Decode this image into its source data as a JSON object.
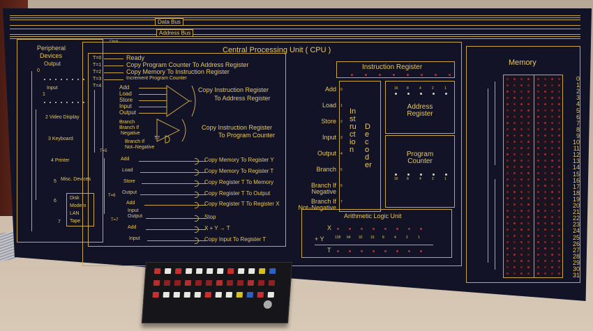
{
  "bus": {
    "data_bus": "Data Bus",
    "address_bus": "Address Bus",
    "clock": "Clock"
  },
  "peripheral": {
    "title_line1": "Peripheral",
    "title_line2": "Devices",
    "output": "Output",
    "input": "Input",
    "ports": [
      "0",
      "1"
    ],
    "devices": [
      "2 Video Display",
      "3 Keyboard",
      "4 Printer",
      "5",
      "Misc. Devices",
      "6",
      "7"
    ],
    "misc": [
      "Disk",
      "Modem",
      "LAN",
      "Tape"
    ]
  },
  "cpu": {
    "title": "Central Processing Unit  ( CPU )",
    "timing": [
      {
        "t": "T=0",
        "action": "Ready"
      },
      {
        "t": "T=1",
        "action": "Copy Program Counter To Address Register"
      },
      {
        "t": "T=2",
        "action": "Copy Memory To Instruction Register"
      },
      {
        "t": "T=3",
        "action": "Increment Program Counter"
      },
      {
        "t": "T=4",
        "action": ""
      }
    ],
    "t4_inputs": [
      "Add",
      "Load",
      "Store",
      "Input",
      "Output"
    ],
    "t4_action_1": "Copy Instruction Register",
    "t4_action_2": "To Address Register",
    "branch_inputs": [
      "Branch",
      "Branch If",
      "Negative",
      "T7",
      "Branch If",
      "Not–Negative"
    ],
    "branch_action_1": "Copy Instruction Register",
    "branch_action_2": "To Program Counter",
    "t5": "T=5",
    "t6": "T=6",
    "t7": "T=7",
    "micro": [
      {
        "in": "Add",
        "out": "Copy Memory To Register Y"
      },
      {
        "in": "Load",
        "out": "Copy Memory To Register T"
      },
      {
        "in": "Store",
        "out": "Copy Register T To Memory"
      },
      {
        "in": "Output",
        "out": "Copy Register T To Output"
      },
      {
        "in": "Add",
        "out": "Copy Register T To Register X"
      },
      {
        "in": "Input",
        "out": ""
      },
      {
        "in": "Output",
        "out": "Stop"
      },
      {
        "in": "Add",
        "out": "X  +  Y  →    T"
      },
      {
        "in": "Input",
        "out": "Copy Input To Register T"
      }
    ],
    "instruction_register": "Instruction Register",
    "decoder_1": "Instruction",
    "decoder_2": "Decoder",
    "opcodes": [
      {
        "name": "Add",
        "code": "0"
      },
      {
        "name": "Load",
        "code": "1"
      },
      {
        "name": "Store",
        "code": "2"
      },
      {
        "name": "Input",
        "code": "3"
      },
      {
        "name": "Output",
        "code": "4"
      },
      {
        "name": "Branch",
        "code": "5"
      },
      {
        "name": "Branch If\nNegative",
        "code": "6"
      },
      {
        "name": "Branch If\nNot–Negative",
        "code": "7"
      }
    ],
    "address_register": "Address\nRegister",
    "program_counter": "Program\nCounter",
    "bit_weights_5": [
      "16",
      "8",
      "4",
      "2",
      "1"
    ],
    "alu": "Arithmetic Logic Unit",
    "alu_x": "X",
    "alu_y": "+  Y",
    "alu_t": "T",
    "bit_weights_8": [
      "128",
      "64",
      "32",
      "16",
      "8",
      "4",
      "2",
      "1"
    ]
  },
  "memory": {
    "title": "Memory",
    "addresses": [
      "0",
      "1",
      "2",
      "3",
      "4",
      "5",
      "6",
      "7",
      "8",
      "9",
      "10",
      "11",
      "12",
      "13",
      "14",
      "15",
      "16",
      "17",
      "18",
      "19",
      "20",
      "21",
      "22",
      "23",
      "24",
      "25",
      "26",
      "27",
      "28",
      "29",
      "30",
      "31"
    ]
  },
  "colors": {
    "board": "#121326",
    "gold": "#e8c860",
    "led_red": "#b83030"
  }
}
